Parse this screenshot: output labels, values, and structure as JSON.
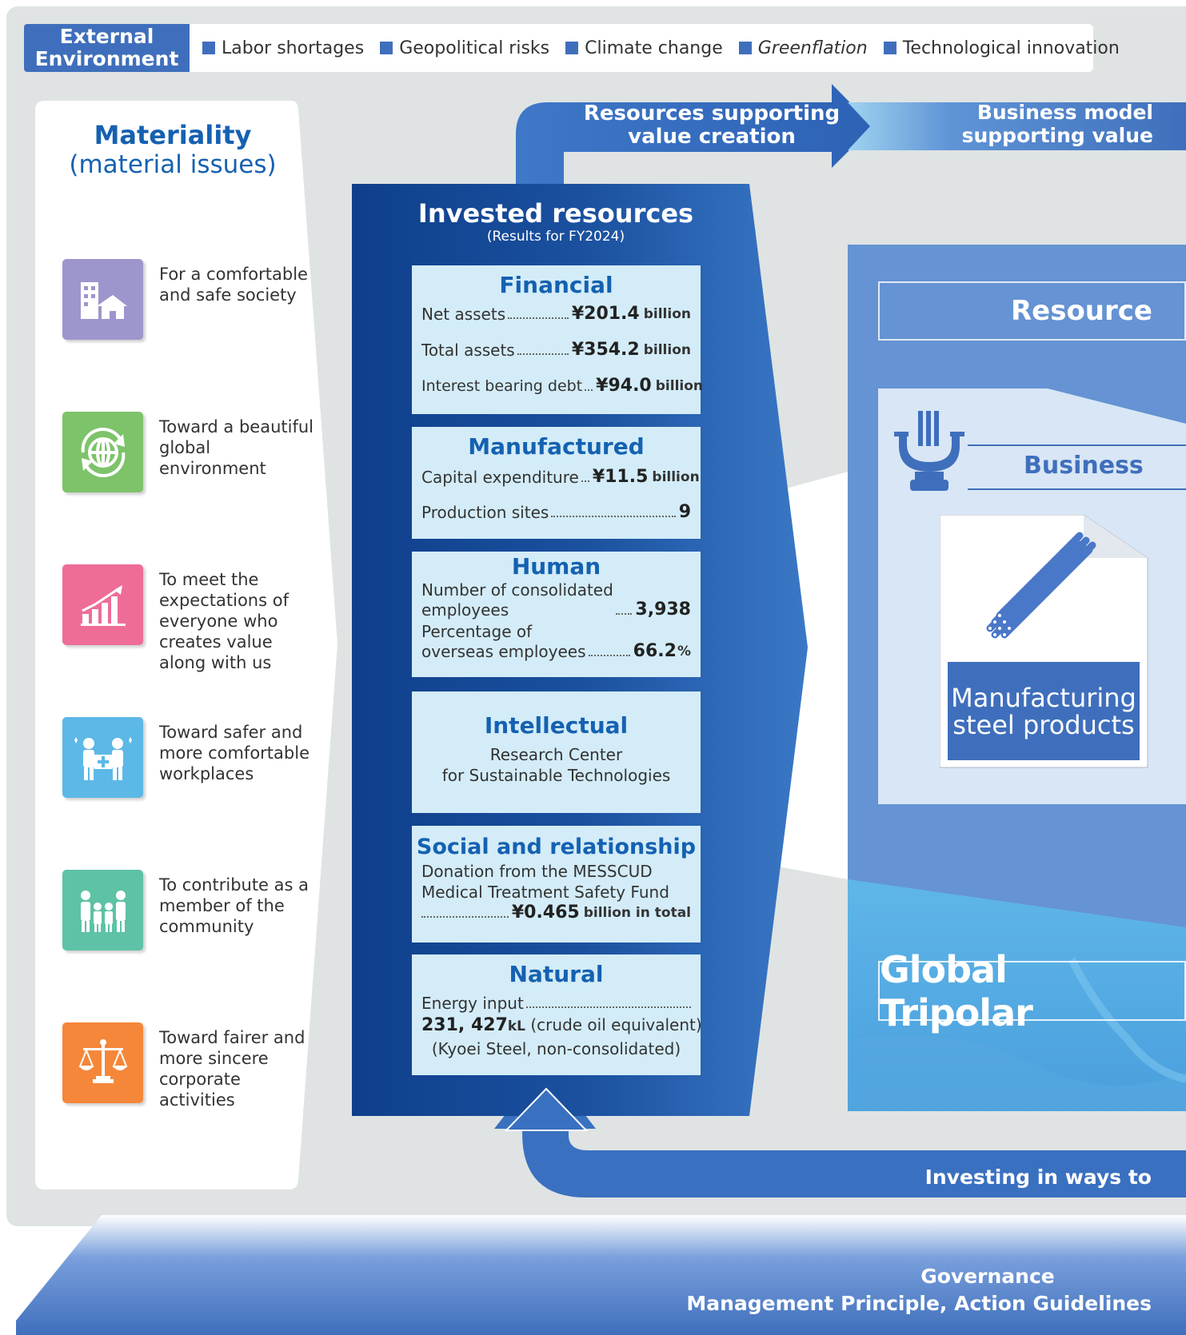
{
  "external_environment": {
    "label": "External Environment",
    "items": [
      "Labor shortages",
      "Geopolitical risks",
      "Climate change",
      "Greenflation",
      "Technological innovation"
    ]
  },
  "materiality": {
    "title": "Materiality",
    "subtitle": "(material issues)",
    "items": [
      {
        "text": "For a comfortable and safe society",
        "icon": "building-house-icon",
        "color": "#9d96cc"
      },
      {
        "text": "Toward a beautiful global environment",
        "icon": "globe-cycle-icon",
        "color": "#7dc36a"
      },
      {
        "text": "To meet the expectations of everyone who creates value along with us",
        "icon": "growth-chart-icon",
        "color": "#ee6d97"
      },
      {
        "text": "Toward safer and more comfortable workplaces",
        "icon": "workers-first-aid-icon",
        "color": "#5cb8e6"
      },
      {
        "text": "To contribute as a member of the community",
        "icon": "family-icon",
        "color": "#5dc2a6"
      },
      {
        "text": "Toward fairer and more sincere corporate activities",
        "icon": "scales-icon",
        "color": "#f5873a"
      }
    ]
  },
  "flow": {
    "top_arrow": "Resources supporting value creation",
    "business_model": "Business model supporting value",
    "bottom_arrow": "Investing in ways to"
  },
  "invested_resources": {
    "title": "Invested resources",
    "subtitle": "(Results for FY2024)",
    "financial": {
      "title": "Financial",
      "rows": [
        {
          "label": "Net assets",
          "value": "¥201.4",
          "unit": "billion"
        },
        {
          "label": "Total assets",
          "value": "¥354.2",
          "unit": "billion"
        },
        {
          "label": "Interest bearing debt",
          "value": "¥94.0",
          "unit": "billion"
        }
      ]
    },
    "manufactured": {
      "title": "Manufactured",
      "rows": [
        {
          "label": "Capital expenditure",
          "value": "¥11.5",
          "unit": "billion"
        },
        {
          "label": "Production sites",
          "value": "9",
          "unit": ""
        }
      ]
    },
    "human": {
      "title": "Human",
      "rows": [
        {
          "label1": "Number of consolidated",
          "label2": "employees",
          "value": "3,938",
          "unit": ""
        },
        {
          "label1": "Percentage of",
          "label2": "overseas employees",
          "value": "66.2",
          "unit": "%"
        }
      ]
    },
    "intellectual": {
      "title": "Intellectual",
      "line1": "Research Center",
      "line2": "for Sustainable Technologies"
    },
    "social": {
      "title": "Social and relationship",
      "line1": "Donation from the MESSCUD",
      "line2": "Medical Treatment Safety Fund",
      "value": "¥0.465",
      "unit": "billion in total"
    },
    "natural": {
      "title": "Natural",
      "label": "Energy input",
      "value": "231, 427",
      "unit": "kL",
      "note": "(crude oil equivalent)",
      "note2": "(Kyoei Steel, non-consolidated)"
    }
  },
  "business_model": {
    "resource_label": "Resource",
    "business_label": "Business",
    "product_label": "Manufacturing steel products",
    "global_label": "Global Tripolar"
  },
  "governance": {
    "line1": "Governance",
    "line2": "Management Principle, Action Guidelines"
  },
  "colors": {
    "accent_blue": "#1561b1",
    "dark_blue": "#1a4f9c",
    "label_blue": "#3f6fbc",
    "card_bg": "#d3ecf8",
    "panel_bg": "#dfe3e3"
  }
}
